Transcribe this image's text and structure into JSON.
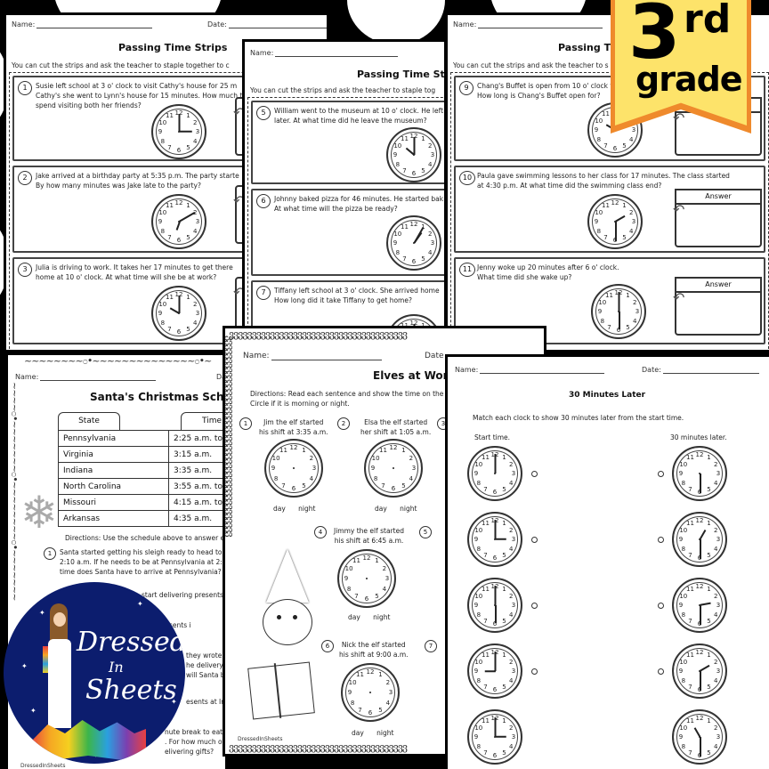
{
  "background": {
    "color": "#000000",
    "dot_color": "#ffffff"
  },
  "badge": {
    "number": "3",
    "suffix": "rd",
    "label": "grade",
    "fill": "#fde36a",
    "border": "#ef8a2c"
  },
  "sheet_strips_a": {
    "name_label": "Name:",
    "date_label": "Date:",
    "title": "Passing Time Strips",
    "instructions": "You can cut the strips and ask the teacher to staple together to c",
    "problems": [
      {
        "num": "1",
        "text": "Susie left school at 3 o' clock to visit Cathy's house for 25 m\nCathy's she went to Lynn's house for 15 minutes. How much t\nspend visiting both her friends?",
        "clock": {
          "hour": 3,
          "minute": 0
        }
      },
      {
        "num": "2",
        "text": "Jake arrived at a birthday party at 5:35 p.m. The party starte\nBy how many minutes was Jake late to the party?",
        "clock": {
          "hour": 5,
          "minute": 10
        }
      },
      {
        "num": "3",
        "text": "Julia is driving to work. It takes her 17 minutes to get there\nhome at 10 o' clock. At what time will she be at work?",
        "clock": {
          "hour": 10,
          "minute": 0
        }
      }
    ]
  },
  "sheet_strips_b": {
    "name_label": "Name:",
    "title": "Passing Time Stri",
    "instructions": "You can cut the strips and ask the teacher to staple tog",
    "problems": [
      {
        "num": "5",
        "text": "William went to the museum at 10 o' clock. He left\nlater. At what time did he leave the museum?",
        "clock": {
          "hour": 10,
          "minute": 0
        }
      },
      {
        "num": "6",
        "text": "Johnny baked pizza for 46 minutes. He started bak\nAt what time will the pizza be ready?",
        "clock": {
          "hour": 1,
          "minute": 5
        }
      },
      {
        "num": "7",
        "text": "Tiffany left school at 3 o' clock. She arrived home\nHow long did it take Tiffany to get home?",
        "clock": {
          "hour": 12,
          "minute": 0
        }
      }
    ]
  },
  "sheet_strips_c": {
    "name_label": "Name:",
    "title": "Passing Tim",
    "instructions": "You can cut the strips and ask the teacher to s",
    "answer_label": "Answer",
    "problems": [
      {
        "num": "9",
        "text": "Chang's Buffet is open from 10 o' clock t\nHow long is Chang's Buffet open for?",
        "clock": {
          "hour": 10,
          "minute": 0
        }
      },
      {
        "num": "10",
        "text": "Paula gave swimming lessons to her class for 17 minutes. The class started\nat 4:30 p.m. At what time did the swimming class end?",
        "clock": {
          "hour": 2,
          "minute": 30
        }
      },
      {
        "num": "11",
        "text": "Jenny woke up 20 minutes after 6 o' clock.\nWhat time did she wake up?",
        "clock": {
          "hour": 6,
          "minute": 0
        }
      }
    ]
  },
  "sheet_santa": {
    "name_label": "Name:",
    "date_label": "Da",
    "title": "Santa's Christmas Sche",
    "table": {
      "headers": [
        "State",
        "Time"
      ],
      "rows": [
        [
          "Pennsylvania",
          "2:25 a.m. to"
        ],
        [
          "Virginia",
          "3:15 a.m."
        ],
        [
          "Indiana",
          "3:35 a.m."
        ],
        [
          "North Carolina",
          "3:55 a.m. to"
        ],
        [
          "Missouri",
          "4:15 a.m. to"
        ],
        [
          "Arkansas",
          "4:35 a.m."
        ]
      ]
    },
    "directions": "Directions: Use the schedule above to answer e",
    "q1_num": "1",
    "q1_text": "Santa started getting his sleigh ready to head to\n2:10 a.m. If he needs to be at Pennsylvania at 2:\ntime does Santa have to arrive at Pennsylvania?",
    "frag2": "start delivering presents",
    "frag3": "liver presents i",
    "frag4": "they wrote\nhe delivery\nwill Santa b",
    "frag5": "esents at In",
    "frag6": "nute break to eat\n. For how much of hi\nelivering gifts?",
    "footer": "DressedInSheets"
  },
  "sheet_elves": {
    "name_label": "Name:",
    "date_label": "Date",
    "title": "Elves at Work",
    "directions": "Directions: Read each sentence and show the time on the\nCircle if it is morning or night.",
    "day_label": "day",
    "night_label": "night",
    "items": [
      {
        "num": "1",
        "text": "Jim the elf started\nhis shift at 3:35 a.m."
      },
      {
        "num": "2",
        "text": "Elsa the elf started\nher shift at 1:05 a.m."
      },
      {
        "num": "3",
        "text": ""
      },
      {
        "num": "4",
        "text": "Jimmy the elf started\nhis shift at 6:45 a.m."
      },
      {
        "num": "5",
        "text": ""
      },
      {
        "num": "6",
        "text": "Nick the elf started\nhis shift at 9:00 a.m."
      },
      {
        "num": "7",
        "text": ""
      }
    ],
    "footer": "DressedInSheets"
  },
  "sheet_30min": {
    "name_label": "Name:",
    "date_label": "Date:",
    "title": "30 Minutes Later",
    "instructions": "Match each clock to show 30 minutes later from the start time.",
    "left_header": "Start time.",
    "right_header": "30 minutes later.",
    "left_clocks": [
      {
        "hour": 12,
        "minute": 0
      },
      {
        "hour": 3,
        "minute": 0
      },
      {
        "hour": 6,
        "minute": 0
      },
      {
        "hour": 9,
        "minute": 0
      },
      {
        "hour": 12,
        "minute": 15
      }
    ],
    "right_clocks": [
      {
        "hour": 6,
        "minute": 30
      },
      {
        "hour": 1,
        "minute": 30
      },
      {
        "hour": 3,
        "minute": 30
      },
      {
        "hour": 2,
        "minute": 30
      },
      {
        "hour": 11,
        "minute": 30
      }
    ]
  },
  "logo": {
    "line1": "Dressed",
    "line2": "In",
    "line3": "Sheets",
    "bg": "#0c1d6e"
  }
}
